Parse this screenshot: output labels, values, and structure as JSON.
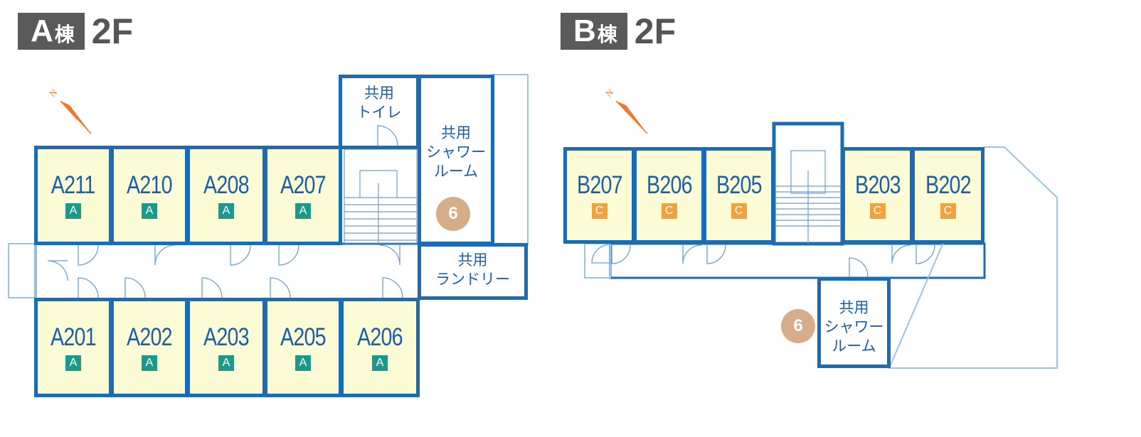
{
  "building_a": {
    "label_letter": "A",
    "label_suffix": "棟",
    "floor": "2F",
    "rooms_top": [
      {
        "name": "A211",
        "type": "A"
      },
      {
        "name": "A210",
        "type": "A"
      },
      {
        "name": "A208",
        "type": "A"
      },
      {
        "name": "A207",
        "type": "A"
      }
    ],
    "rooms_bottom": [
      {
        "name": "A201",
        "type": "A"
      },
      {
        "name": "A202",
        "type": "A"
      },
      {
        "name": "A203",
        "type": "A"
      },
      {
        "name": "A205",
        "type": "A"
      },
      {
        "name": "A206",
        "type": "A"
      }
    ],
    "toilet": "共用\nトイレ",
    "shower": "共用\nシャワー\nルーム",
    "laundry": "共用\nランドリー",
    "marker": "6"
  },
  "building_b": {
    "label_letter": "B",
    "label_suffix": "棟",
    "floor": "2F",
    "rooms": [
      {
        "name": "B207",
        "type": "C"
      },
      {
        "name": "B206",
        "type": "C"
      },
      {
        "name": "B205",
        "type": "C"
      },
      {
        "name": "B203",
        "type": "C"
      },
      {
        "name": "B202",
        "type": "C"
      }
    ],
    "shower": "共用\nシャワー\nルーム",
    "marker": "6"
  },
  "colors": {
    "wall": "#1a6cb5",
    "room_fill": "#fbfbd5",
    "type_a": "#1a9a8a",
    "type_c": "#f2a23a",
    "marker": "#d6ad89",
    "header": "#5a5a5a",
    "compass": "#f07a2a"
  }
}
